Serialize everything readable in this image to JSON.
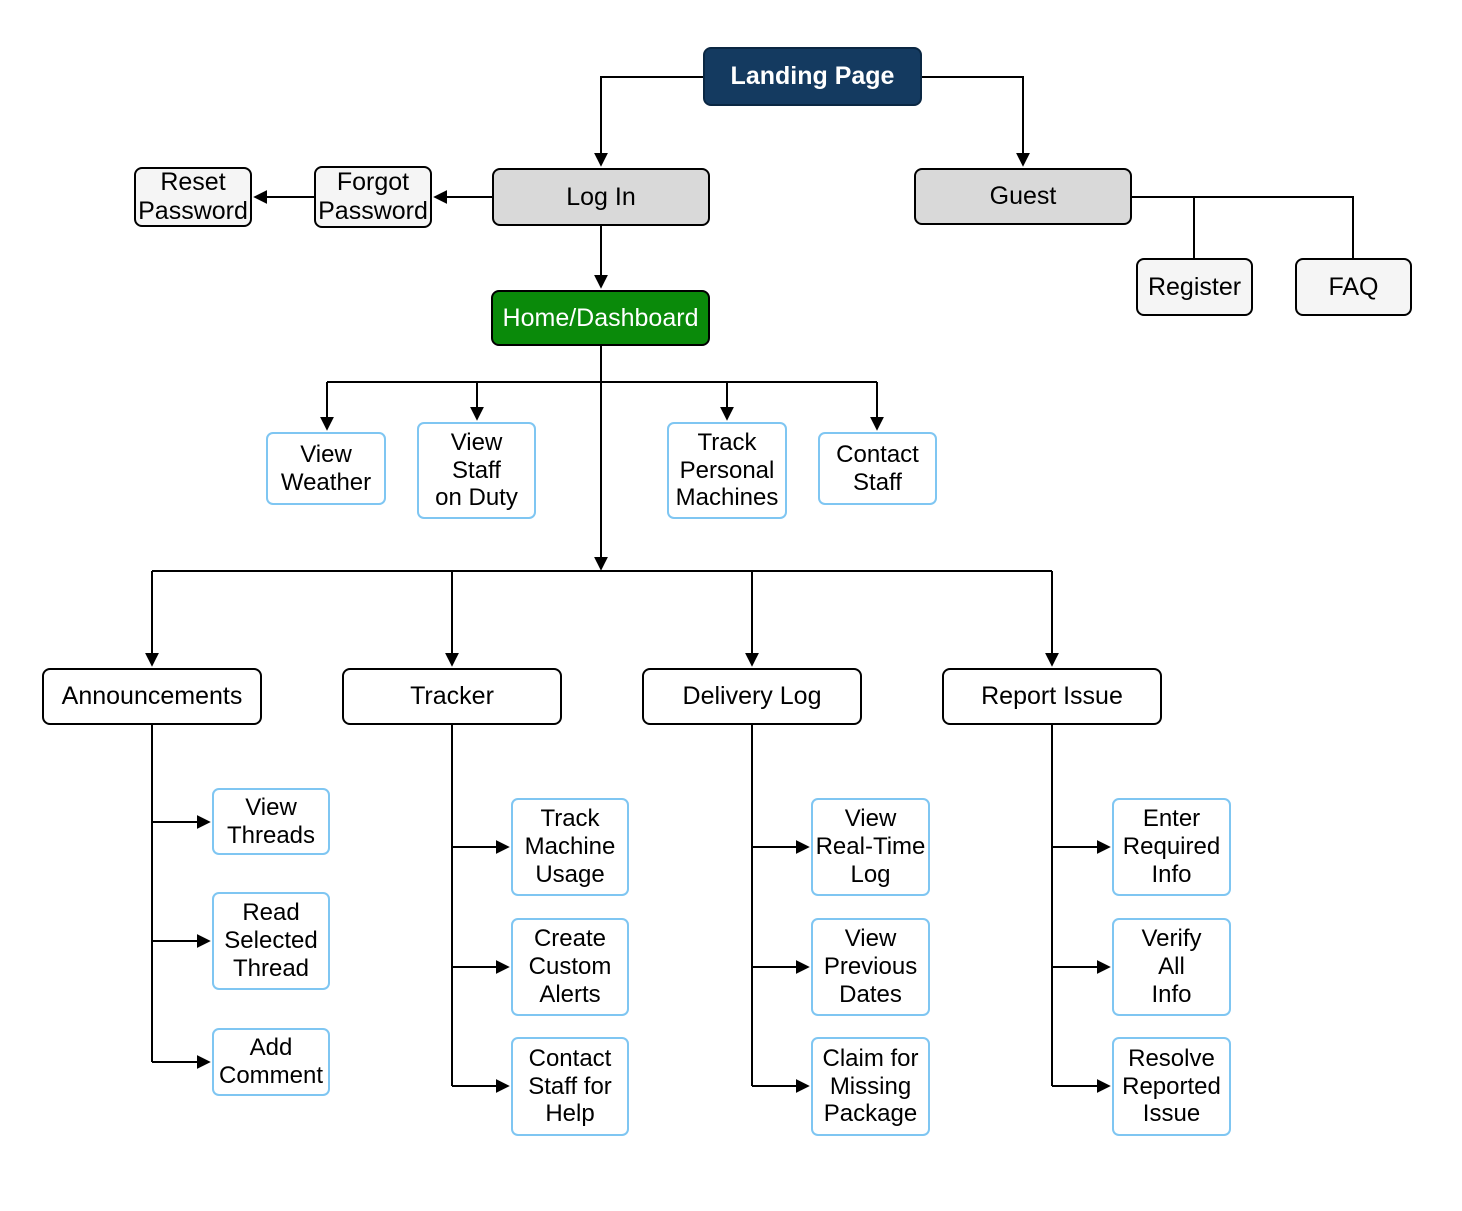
{
  "diagram": {
    "type": "sitemap-flowchart",
    "nodes": {
      "landing_page": {
        "label": "Landing Page"
      },
      "log_in": {
        "label": "Log In"
      },
      "guest": {
        "label": "Guest"
      },
      "forgot_password": {
        "label": "Forgot\nPassword"
      },
      "reset_password": {
        "label": "Reset\nPassword"
      },
      "home_dashboard": {
        "label": "Home/Dashboard"
      },
      "register": {
        "label": "Register"
      },
      "faq": {
        "label": "FAQ"
      },
      "view_weather": {
        "label": "View\nWeather"
      },
      "view_staff_on_duty": {
        "label": "View\nStaff\non Duty"
      },
      "track_personal_machines": {
        "label": "Track\nPersonal\nMachines"
      },
      "contact_staff": {
        "label": "Contact\nStaff"
      },
      "announcements": {
        "label": "Announcements"
      },
      "tracker": {
        "label": "Tracker"
      },
      "delivery_log": {
        "label": "Delivery Log"
      },
      "report_issue": {
        "label": "Report Issue"
      },
      "view_threads": {
        "label": "View\nThreads"
      },
      "read_selected_thread": {
        "label": "Read\nSelected\nThread"
      },
      "add_comment": {
        "label": "Add\nComment"
      },
      "track_machine_usage": {
        "label": "Track\nMachine\nUsage"
      },
      "create_custom_alerts": {
        "label": "Create\nCustom\nAlerts"
      },
      "contact_staff_for_help": {
        "label": "Contact\nStaff for\nHelp"
      },
      "view_real_time_log": {
        "label": "View\nReal-Time\nLog"
      },
      "view_previous_dates": {
        "label": "View\nPrevious\nDates"
      },
      "claim_for_missing_package": {
        "label": "Claim for\nMissing\nPackage"
      },
      "enter_required_info": {
        "label": "Enter\nRequired\nInfo"
      },
      "verify_all_info": {
        "label": "Verify\nAll\nInfo"
      },
      "resolve_reported_issue": {
        "label": "Resolve\nReported\nIssue"
      }
    },
    "colors": {
      "landing_fill": "#143a60",
      "landing_text": "#ffffff",
      "menu_fill": "#d9d9d9",
      "page_fill": "#f5f5f5",
      "dashboard_fill": "#0a8a0a",
      "dashboard_text": "#ffffff",
      "feature_border": "#7fc6f2",
      "box_border": "#000000",
      "connector": "#000000"
    }
  }
}
